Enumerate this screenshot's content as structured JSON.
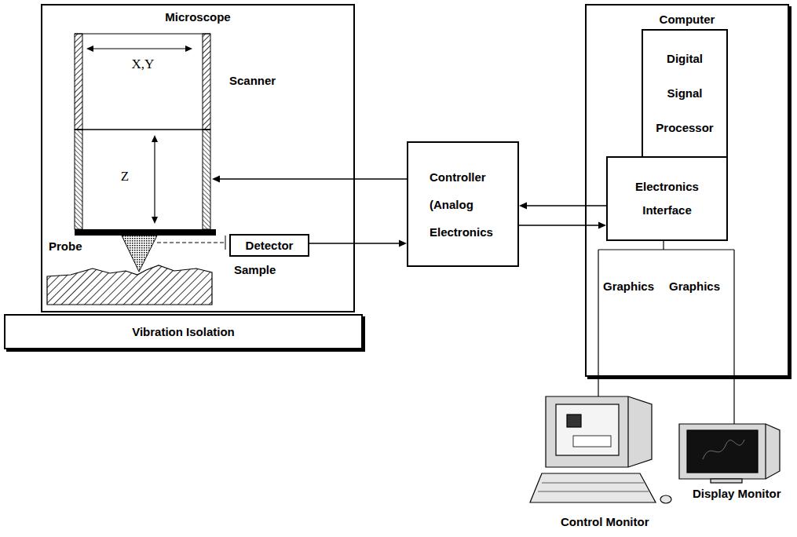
{
  "diagram": {
    "nodes": [
      {
        "text": [
          "Microscope"
        ]
      },
      {
        "text": [
          "X,Y",
          "Z",
          "Scanner"
        ],
        "in": 0
      },
      {
        "text": [
          "Detector"
        ],
        "in": 0
      },
      {
        "text": [
          "Vibration Isolation"
        ]
      },
      {
        "text": [
          "Controller (Analog Electronics"
        ]
      },
      {
        "text": [
          "Computer"
        ]
      },
      {
        "text": [
          "Digital Signal Processor"
        ],
        "in": 5
      },
      {
        "text": [
          "Electronics Interface"
        ],
        "in": 5
      }
    ],
    "edges": [
      {
        "from": 4,
        "to": 1,
        "arrow": "to"
      },
      {
        "from": 2,
        "to": 4,
        "arrow": "to"
      },
      {
        "from": 7,
        "to": 4,
        "arrow": "to"
      },
      {
        "from": 4,
        "to": 7,
        "arrow": "to"
      }
    ],
    "labels": [
      "Probe",
      "Sample",
      "Graphics",
      "Graphics",
      "Control Monitor",
      "Display Monitor"
    ]
  }
}
